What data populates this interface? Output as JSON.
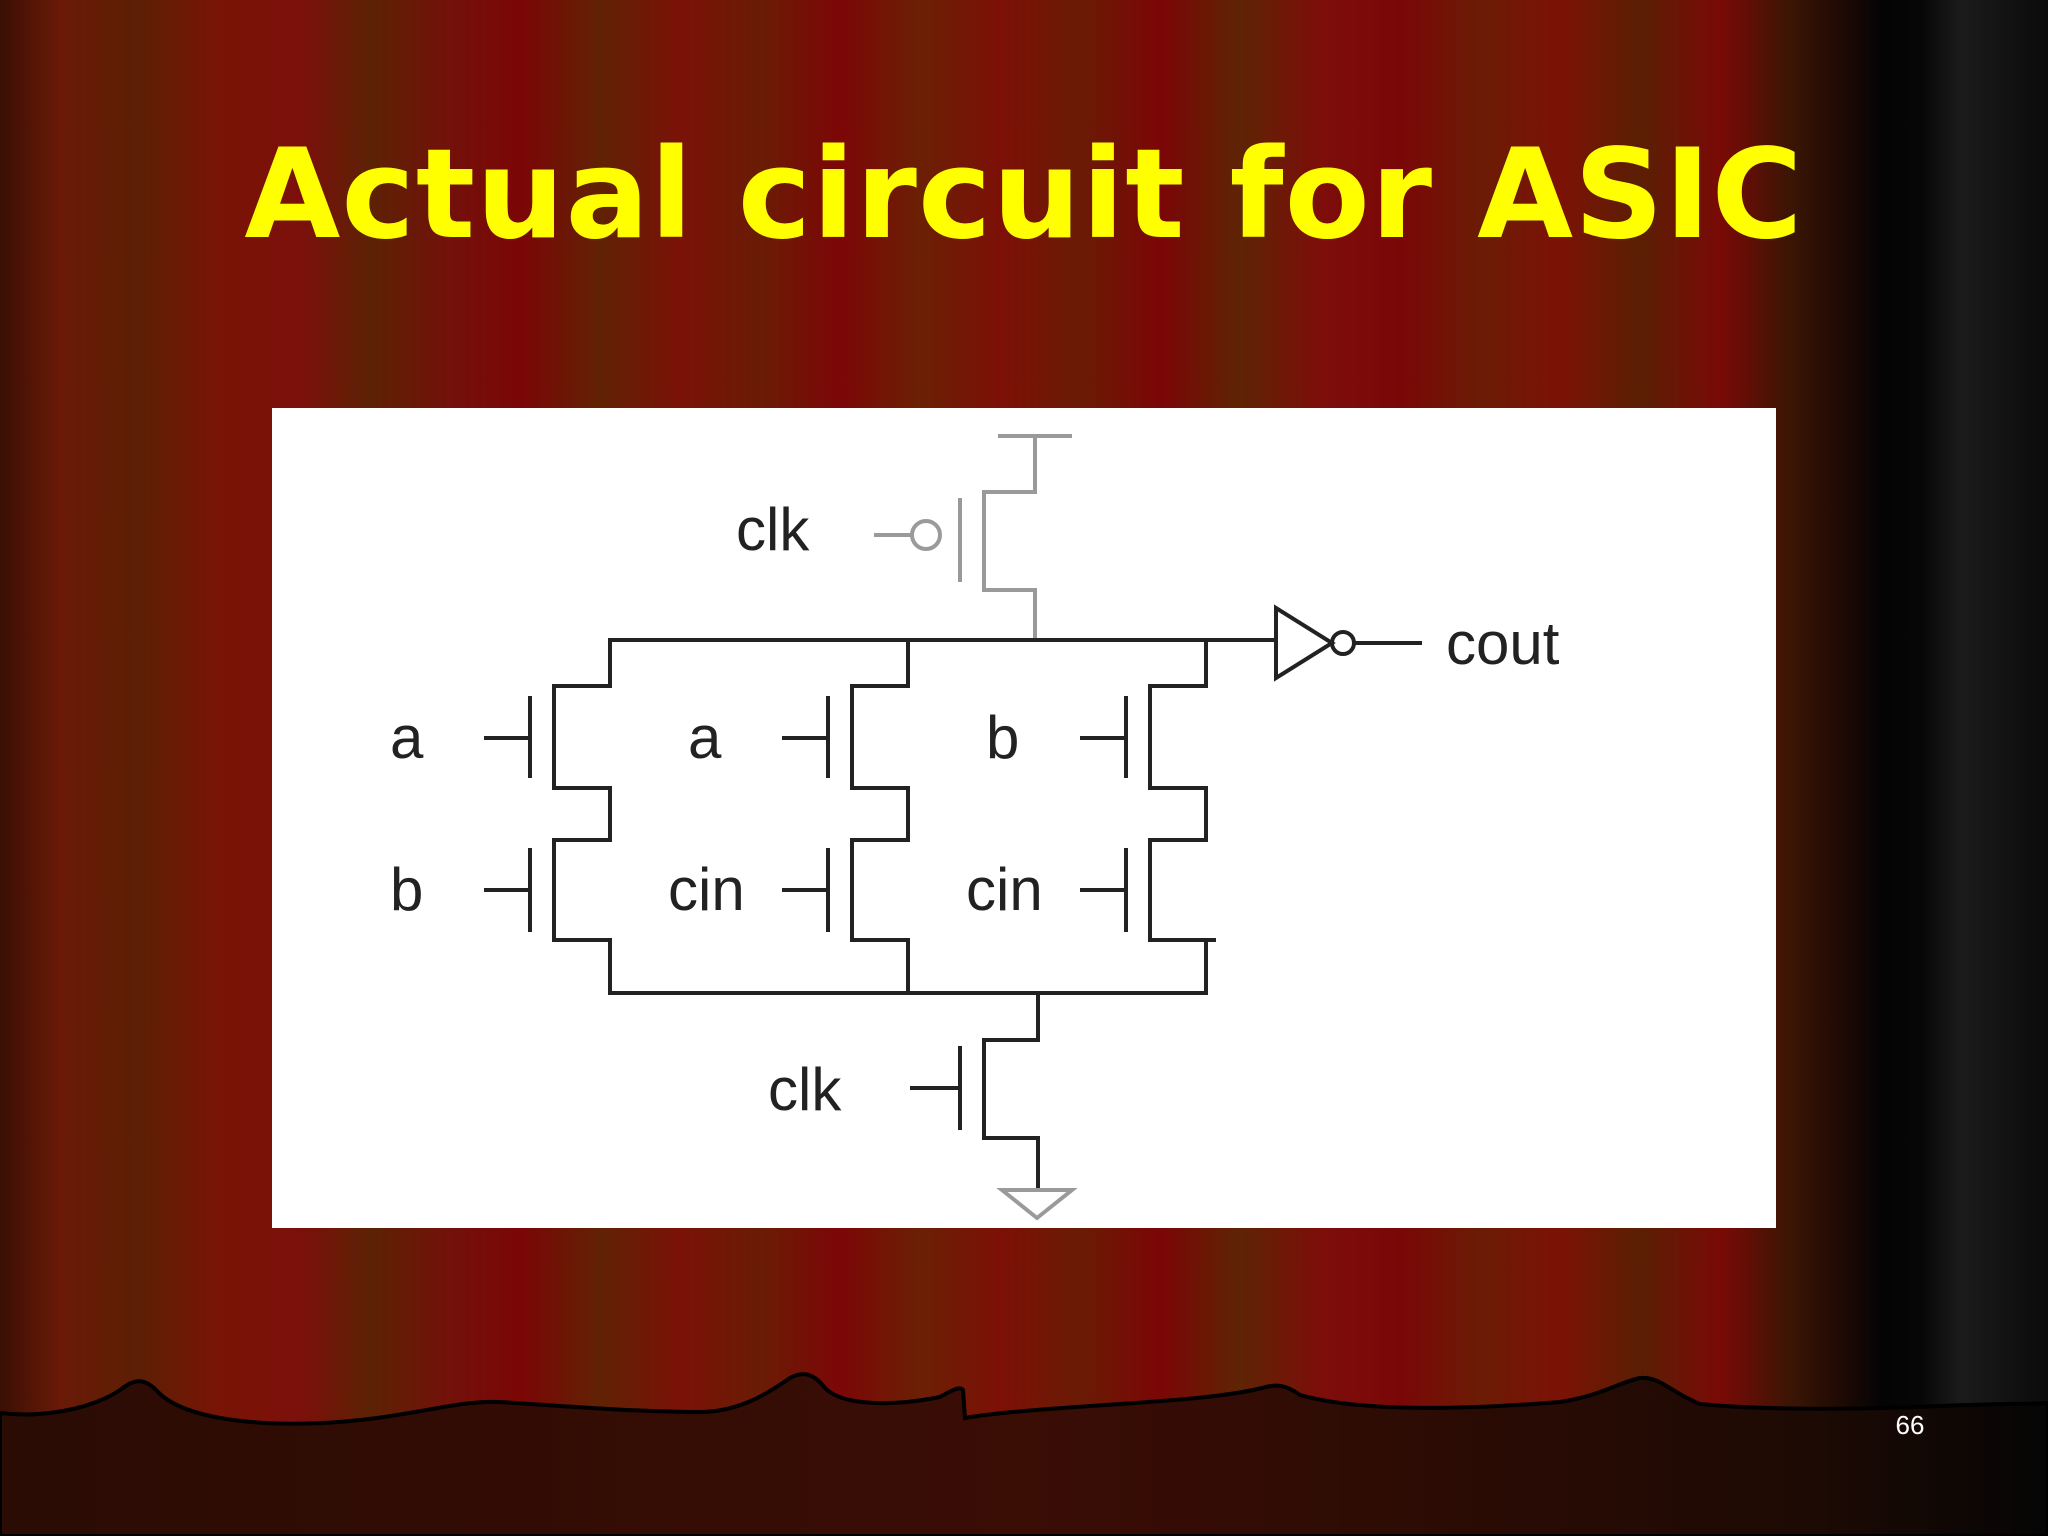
{
  "slide": {
    "title": "Actual circuit for ASIC",
    "page_number": "66"
  },
  "circuit": {
    "labels": {
      "clk_top": "clk",
      "cout": "cout",
      "a_left": "a",
      "a_mid": "a",
      "b_right": "b",
      "b_left": "b",
      "cin_mid": "cin",
      "cin_right": "cin",
      "clk_bottom": "clk"
    }
  }
}
